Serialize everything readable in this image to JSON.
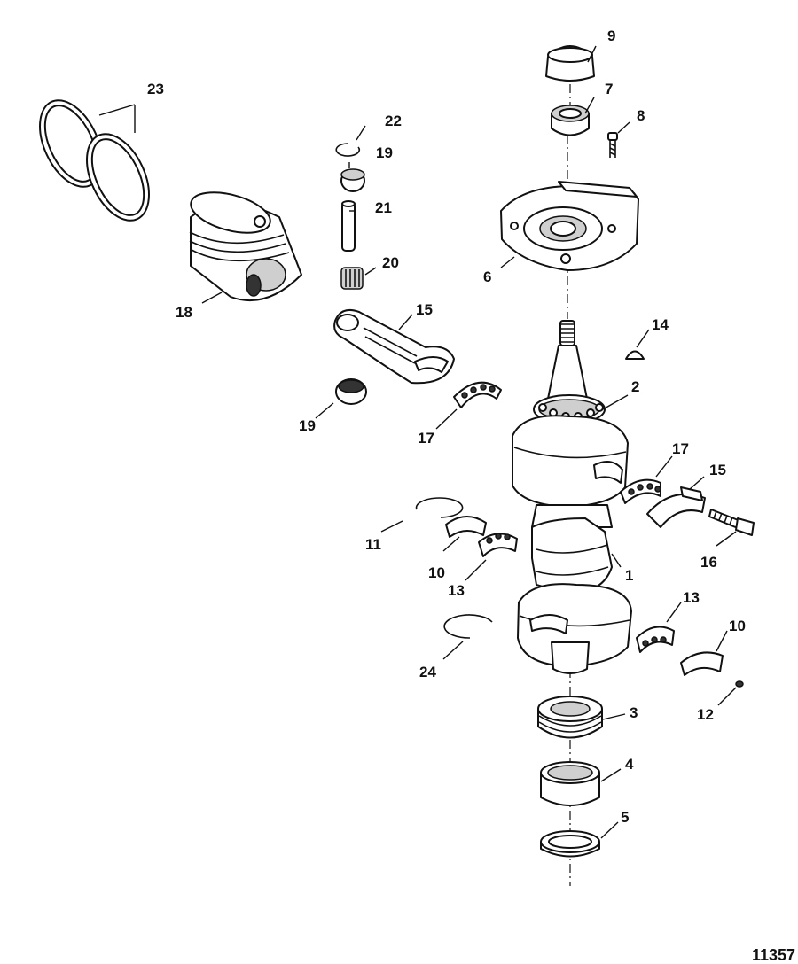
{
  "figure_number": "11357",
  "callouts": {
    "c1": "1",
    "c2": "2",
    "c3": "3",
    "c4": "4",
    "c5": "5",
    "c6": "6",
    "c7": "7",
    "c8": "8",
    "c9": "9",
    "c10a": "10",
    "c10b": "10",
    "c11": "11",
    "c12": "12",
    "c13a": "13",
    "c13b": "13",
    "c14": "14",
    "c15a": "15",
    "c15b": "15",
    "c16": "16",
    "c17a": "17",
    "c17b": "17",
    "c18": "18",
    "c19a": "19",
    "c19b": "19",
    "c20": "20",
    "c21": "21",
    "c22": "22",
    "c23": "23",
    "c24": "24"
  }
}
